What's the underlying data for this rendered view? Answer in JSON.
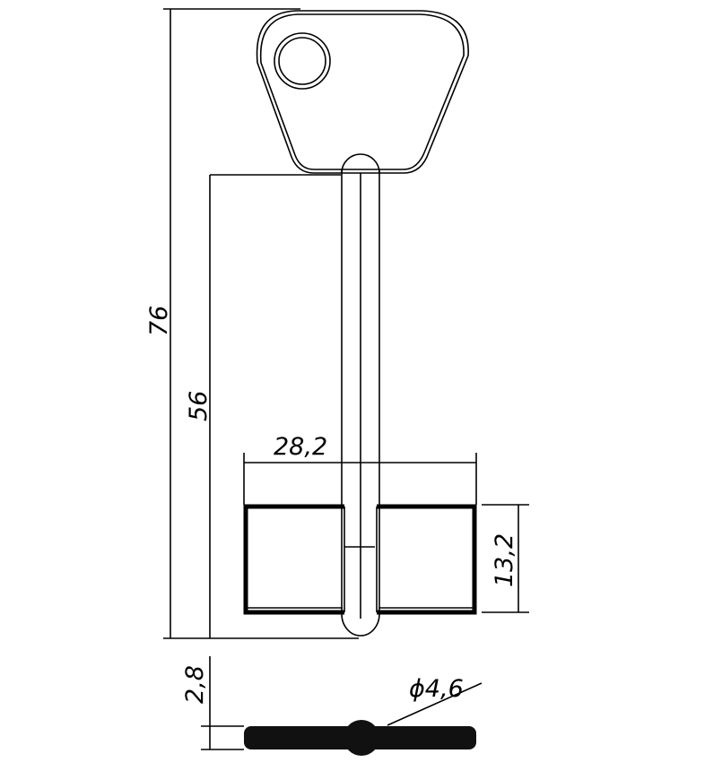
{
  "drawing": {
    "dimensions": {
      "overall_length": "76",
      "shank_length": "56",
      "bit_span": "28,2",
      "bit_height": "13,2",
      "thickness": "2,8",
      "shank_diameter": "ϕ4,6"
    }
  }
}
